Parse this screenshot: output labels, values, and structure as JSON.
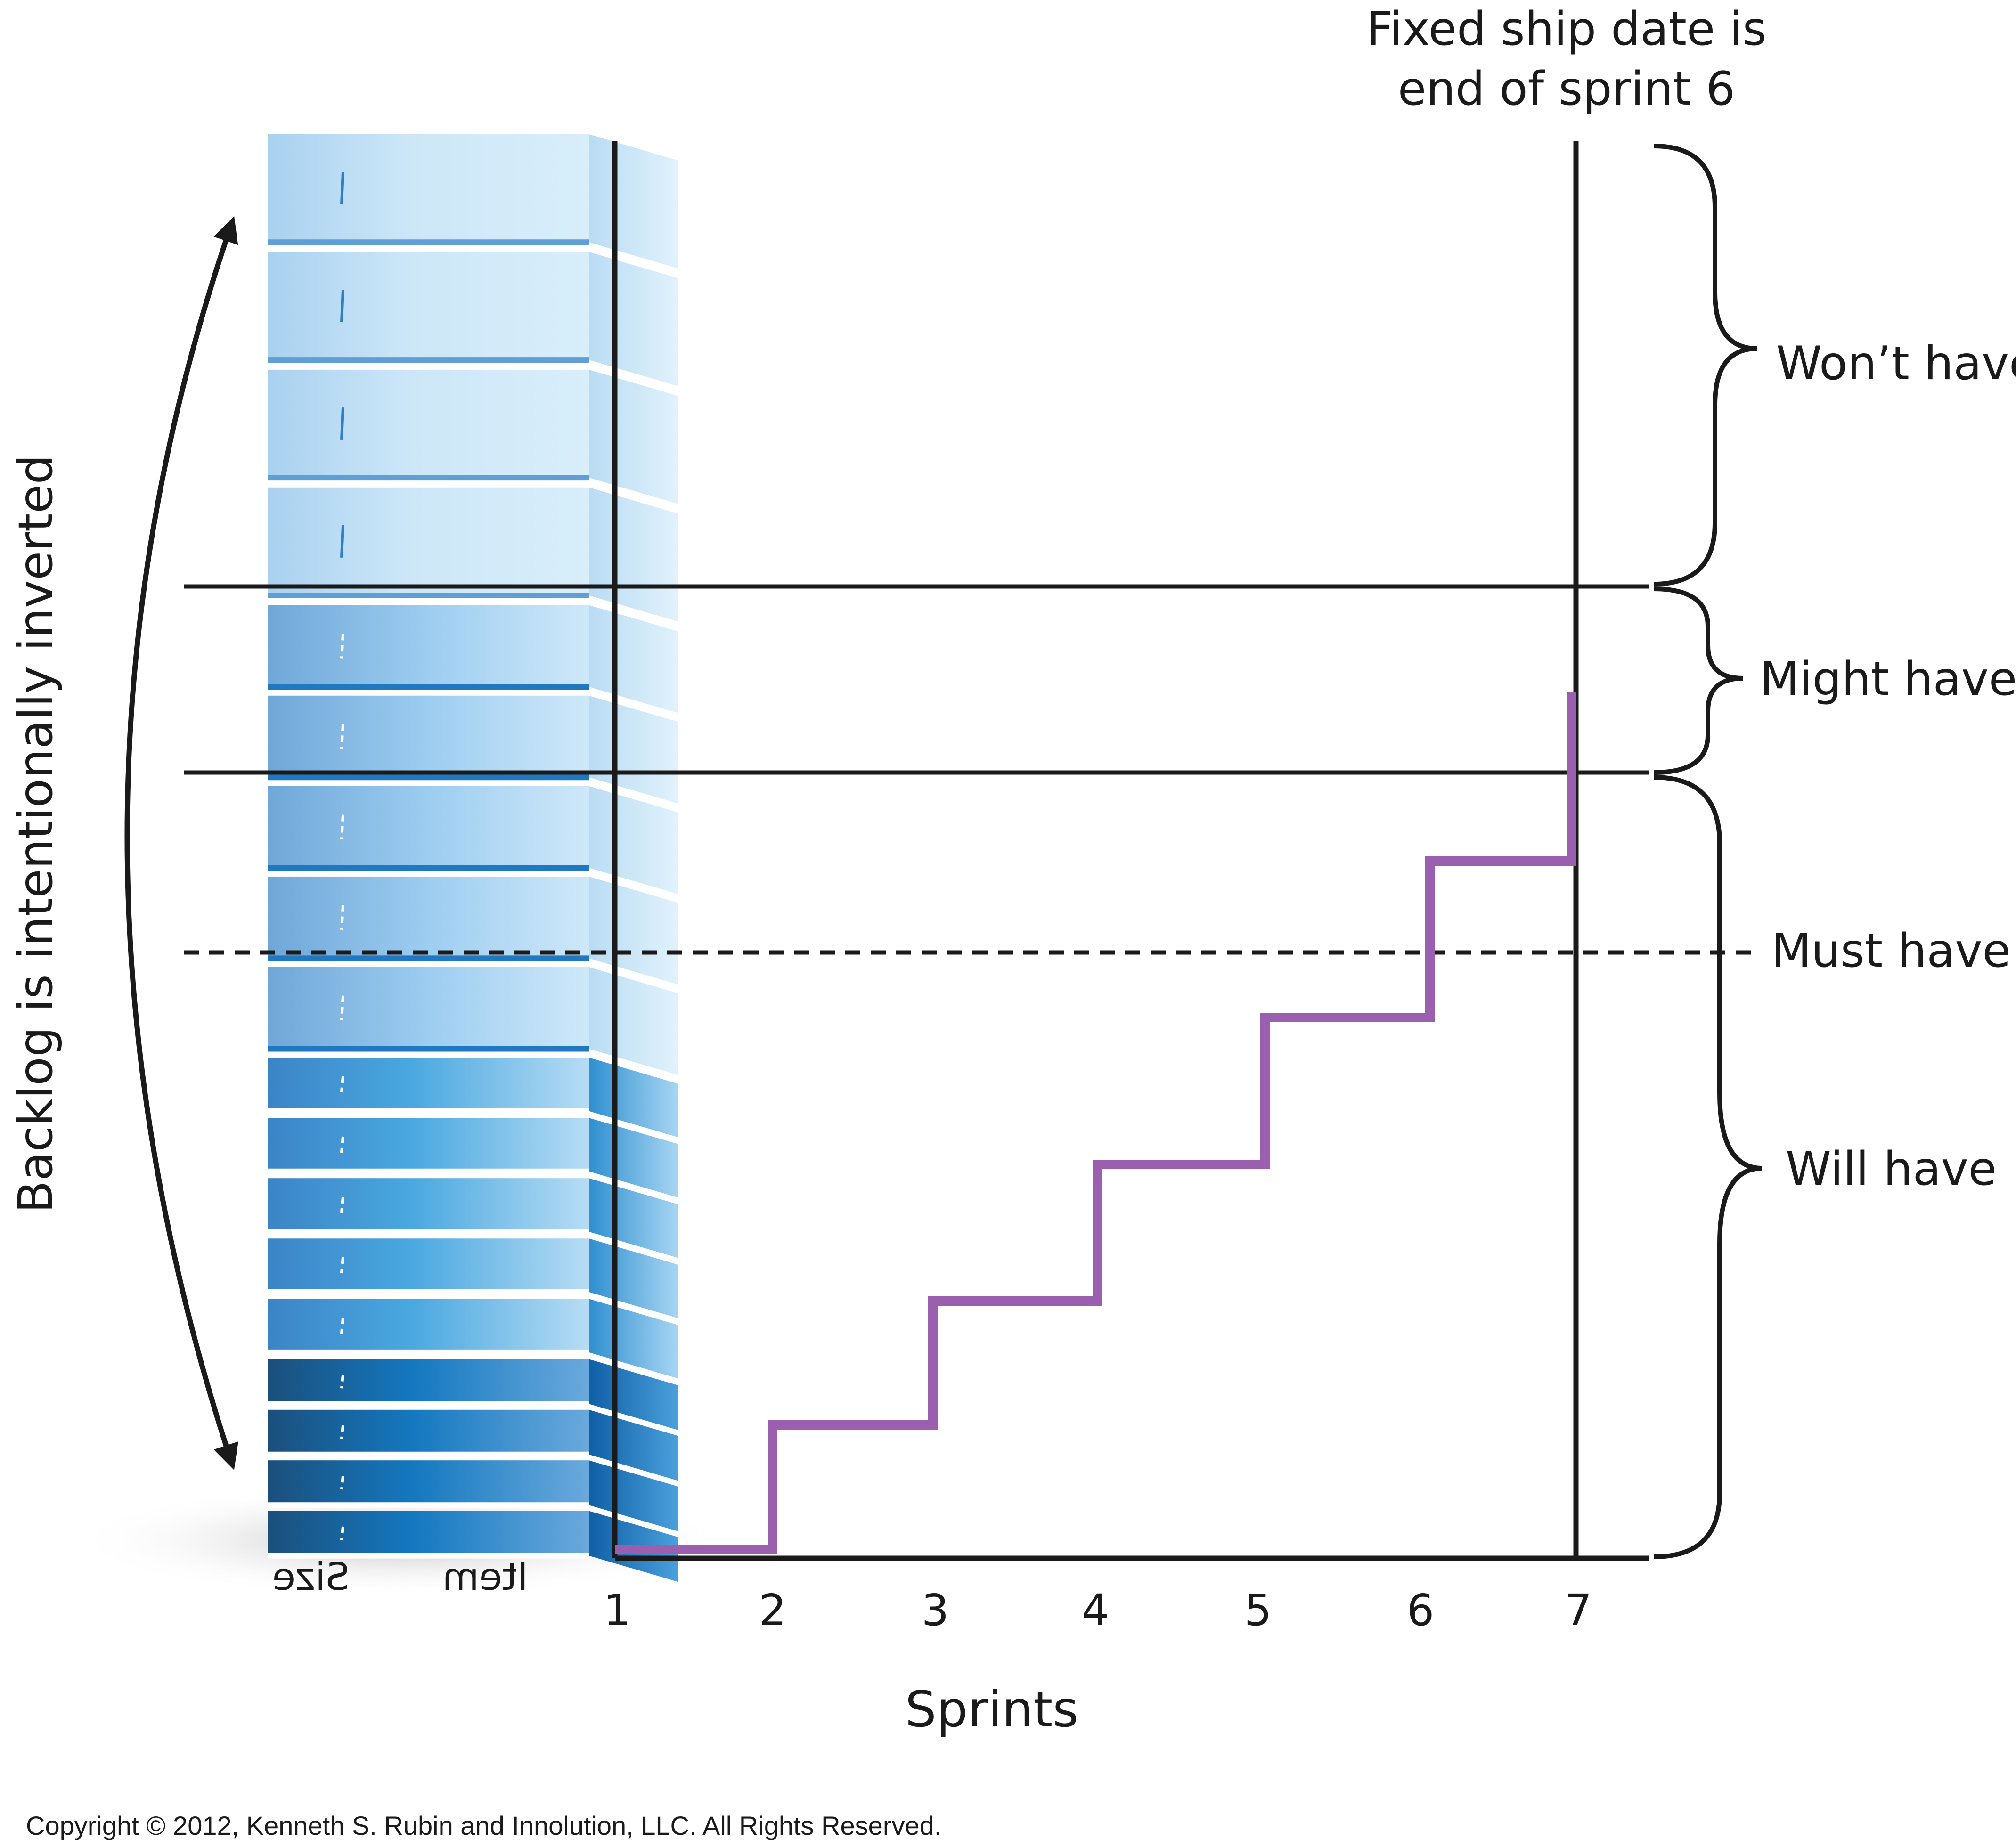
{
  "title_line1": "Fixed ship date is",
  "title_line2": "end of sprint 6",
  "left_label": "Backlog is intentionally inverted",
  "column_labels": {
    "item": "Item",
    "size": "Size"
  },
  "x_axis": {
    "label": "Sprints",
    "ticks": [
      "1",
      "2",
      "3",
      "4",
      "5",
      "6",
      "7"
    ]
  },
  "categories": [
    {
      "id": "wont",
      "label": "Won’t have"
    },
    {
      "id": "might",
      "label": "Might have"
    },
    {
      "id": "must",
      "label": "Must have"
    },
    {
      "id": "will",
      "label": "Will have"
    }
  ],
  "backlog_item_tiers": [
    "light",
    "light",
    "light",
    "light",
    "medium",
    "medium",
    "medium",
    "medium",
    "medium",
    "strong",
    "strong",
    "strong",
    "strong",
    "strong",
    "dark",
    "dark",
    "dark",
    "dark"
  ],
  "colors": {
    "burnup": "#9b5fb0",
    "line": "#1a1a1a",
    "arrow": "#1a1a1a",
    "size_mark": "#2f7fc4"
  },
  "copyright": "Copyright © 2012, Kenneth S. Rubin and Innolution, LLC. All Rights Reserved."
}
